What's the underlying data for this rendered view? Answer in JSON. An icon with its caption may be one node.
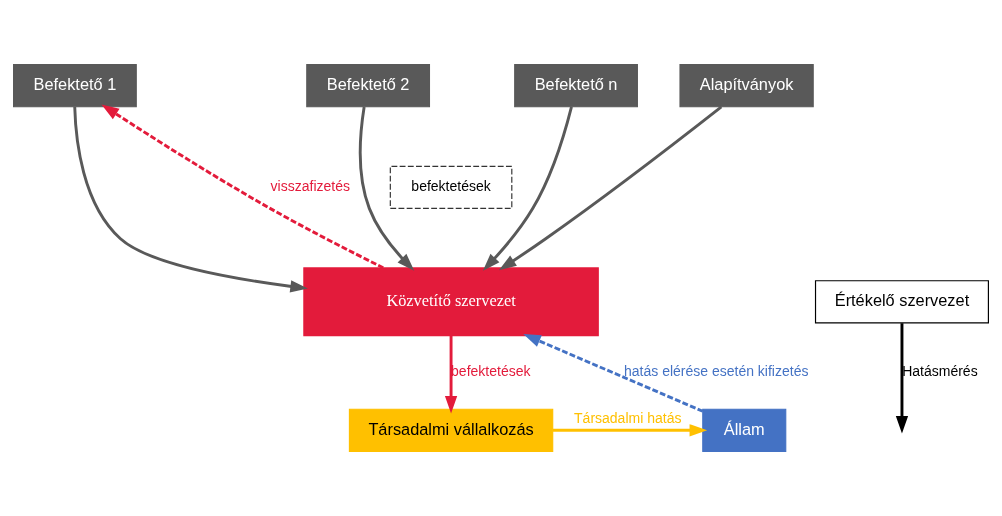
{
  "diagram": {
    "nodes": [
      {
        "text": [
          "Befektető 1"
        ]
      },
      {
        "text": [
          "Befektető 2"
        ]
      },
      {
        "text": [
          "Befektető n"
        ]
      },
      {
        "text": [
          "Alapítványok"
        ]
      },
      {
        "text": [
          "Közvetítő szervezet"
        ]
      },
      {
        "text": [
          "Társadalmi vállalkozás"
        ]
      },
      {
        "text": [
          "Állam"
        ]
      },
      {
        "text": [
          "Értékelő szervezet"
        ]
      }
    ],
    "edges": [
      {
        "from": 0,
        "to": 4,
        "arrow": "to"
      },
      {
        "from": 1,
        "to": 4,
        "arrow": "to"
      },
      {
        "from": 2,
        "to": 4,
        "arrow": "to"
      },
      {
        "from": 3,
        "to": 4,
        "arrow": "to"
      },
      {
        "from": 4,
        "to": 0,
        "arrow": "to",
        "label": "visszafizetés",
        "style": "dashed",
        "color": "#e31b3b"
      },
      {
        "from": 4,
        "to": 5,
        "arrow": "to",
        "label": "befektetések",
        "color": "#e31b3b"
      },
      {
        "from": 5,
        "to": 6,
        "arrow": "to",
        "label": "Társadalmi hatás",
        "color": "#ffc000"
      },
      {
        "from": 6,
        "to": 4,
        "arrow": "to",
        "label": "hatás elérése esetén kifizetés",
        "style": "dashed",
        "color": "#4472c4"
      },
      {
        "from": 7,
        "to": null,
        "arrow": "to",
        "label": "Hatásmérés",
        "color": "#000000"
      }
    ],
    "labels": [
      "befektetések"
    ]
  }
}
